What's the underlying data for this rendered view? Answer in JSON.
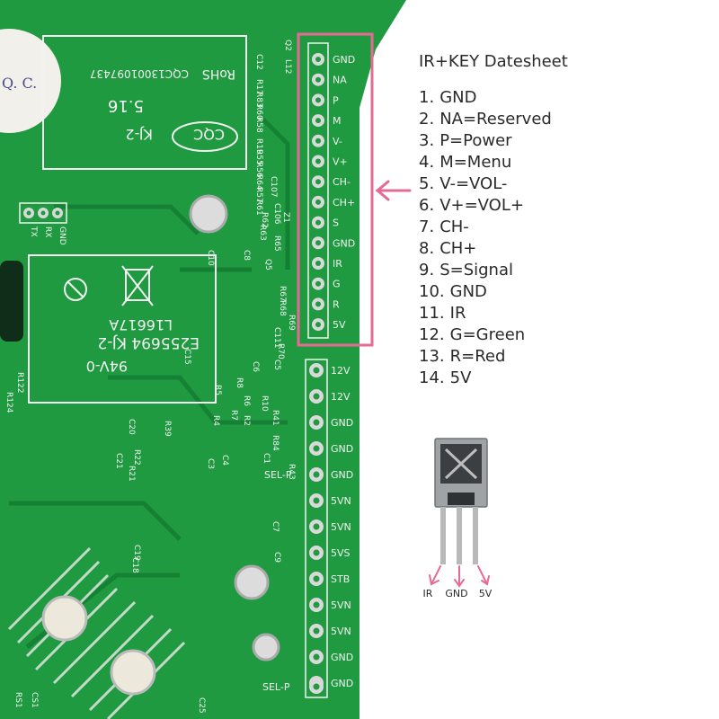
{
  "colors": {
    "pcb": "#1f9a41",
    "pcb_dark": "#137a31",
    "silk": "#f2f2f2",
    "highlight": "#e46c94",
    "pad": "#d9d9d9",
    "text": "#2a2a2a"
  },
  "board": {
    "header_top_pins": [
      "GND",
      "NA",
      "P",
      "M",
      "V-",
      "V+",
      "CH-",
      "CH+",
      "S",
      "GND",
      "IR",
      "G",
      "R",
      "5V"
    ],
    "header_bottom_pins": [
      "12V",
      "12V",
      "GND",
      "GND",
      "GND",
      "5VN",
      "5VN",
      "5VS",
      "STB",
      "5VN",
      "5VN",
      "GND",
      "GND"
    ],
    "sel_p_upper": "SEL-P",
    "sel_p_lower": "SEL-P",
    "uart_pins": [
      "TX",
      "RX",
      "GND"
    ],
    "label_rohs": "RoHS",
    "label_code": "CQC13001097437",
    "label_date": "5.16",
    "label_cqc": "CQC",
    "label_model": "KJ-2",
    "label_e_number": "E255694 KJ-2",
    "label_94v": "94V-0",
    "label_batch": "L16617A",
    "label_qc": "Q. C.",
    "component_refs": [
      "Q2",
      "L12",
      "C12",
      "R17",
      "R83",
      "R60",
      "R58",
      "R19",
      "R55",
      "R56",
      "R64",
      "R57",
      "R61",
      "C107",
      "R62",
      "C106",
      "R63",
      "Z1",
      "R65",
      "Q5",
      "R68",
      "R69",
      "R67",
      "R70",
      "C111",
      "C10",
      "C8",
      "C15",
      "R122",
      "R124",
      "R8",
      "R5",
      "R6",
      "R10",
      "R41",
      "R7",
      "R4",
      "R2",
      "R84",
      "R43",
      "C1",
      "C20",
      "C21",
      "R22",
      "R21",
      "R39",
      "C3",
      "C4",
      "C7",
      "C19",
      "C18",
      "C9",
      "C25",
      "C5",
      "C6",
      "RS1",
      "CS1"
    ]
  },
  "legend": {
    "title": "IR+KEY Datesheet",
    "items": [
      {
        "num": "1.",
        "label": "GND"
      },
      {
        "num": "2.",
        "label": "NA=Reserved"
      },
      {
        "num": "3.",
        "label": "P=Power"
      },
      {
        "num": "4.",
        "label": "M=Menu"
      },
      {
        "num": "5.",
        "label": "V-=VOL-"
      },
      {
        "num": "6.",
        "label": "V+=VOL+"
      },
      {
        "num": "7.",
        "label": "CH-"
      },
      {
        "num": "8.",
        "label": "CH+"
      },
      {
        "num": "9.",
        "label": "S=Signal"
      },
      {
        "num": "10.",
        "label": "GND"
      },
      {
        "num": "11.",
        "label": "IR"
      },
      {
        "num": "12.",
        "label": "G=Green"
      },
      {
        "num": "13.",
        "label": "R=Red"
      },
      {
        "num": "14.",
        "label": "5V"
      }
    ]
  },
  "ir_sensor": {
    "pins": [
      "IR",
      "GND",
      "5V"
    ]
  }
}
